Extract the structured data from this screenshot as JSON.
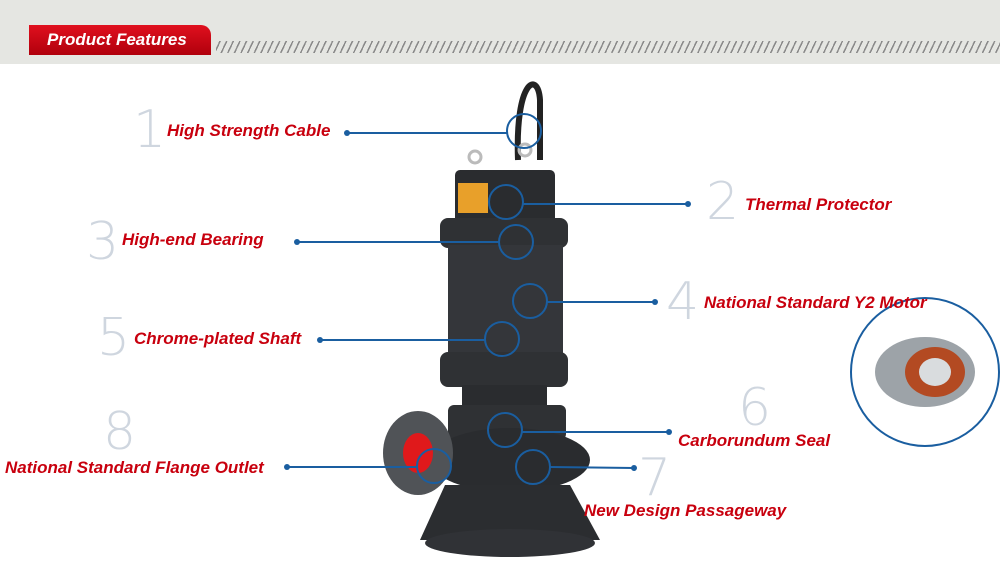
{
  "header": {
    "title": "Product Features"
  },
  "features": [
    {
      "number": "1",
      "label": "High Strength Cable"
    },
    {
      "number": "2",
      "label": "Thermal Protector"
    },
    {
      "number": "3",
      "label": "High-end Bearing"
    },
    {
      "number": "4",
      "label": "National Standard Y2 Motor"
    },
    {
      "number": "5",
      "label": "Chrome-plated Shaft"
    },
    {
      "number": "6",
      "label": "Carborundum Seal"
    },
    {
      "number": "7",
      "label": "New Design Passageway"
    },
    {
      "number": "8",
      "label": "National Standard Flange Outlet"
    }
  ],
  "colors": {
    "accent": "#c8000e",
    "callout": "#1a5ea0",
    "number": "#cfd6df"
  }
}
